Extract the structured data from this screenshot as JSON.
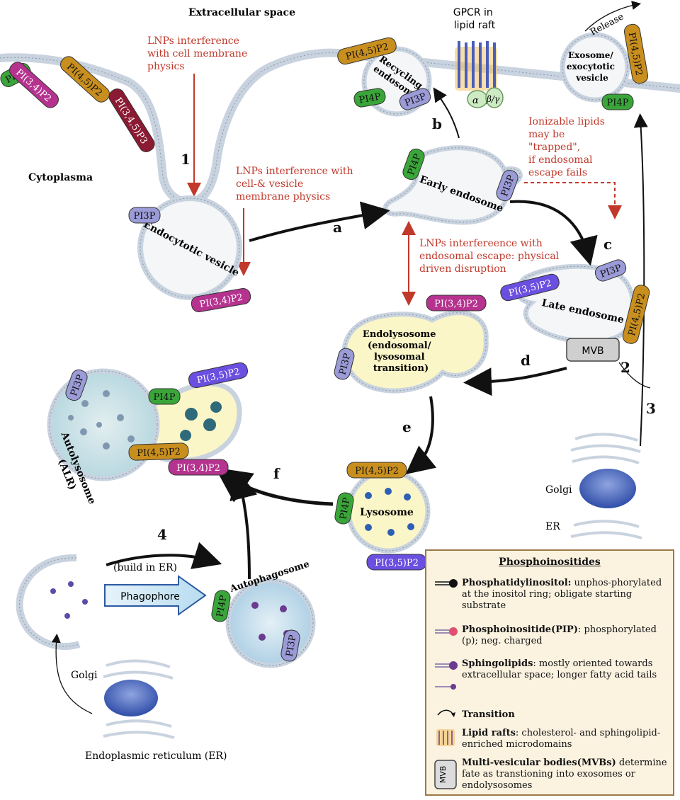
{
  "regions": {
    "extracellular": "Extracellular space",
    "cytoplasma": "Cytoplasma"
  },
  "annotations": {
    "lnp_membrane": [
      "LNPs interference",
      "with cell membrane",
      "physics"
    ],
    "lnp_vesicle": [
      "LNPs interference with",
      "cell-& vesicle",
      "membrane physics"
    ],
    "lnp_escape": [
      "LNPs interfereence with",
      "endosomal escape: physical",
      "driven disruption"
    ],
    "ionizable": [
      "Ionizable lipids",
      "may be",
      "\"trapped\",",
      "if endosomal",
      "escape fails"
    ],
    "gpcr": [
      "GPCR in",
      "lipid raft"
    ],
    "release": "Release",
    "build_er": "(build in ER)",
    "golgi": "Golgi",
    "er": "ER",
    "er_full": "Endoplasmic reticulum (ER)"
  },
  "steps": {
    "s1": "1",
    "s2": "2",
    "s3": "3",
    "s4": "4",
    "a": "a",
    "b": "b",
    "c": "c",
    "d": "d",
    "e": "e",
    "f": "f"
  },
  "compartments": {
    "recycling": [
      "Recycling",
      "endosome"
    ],
    "exosome": [
      "Exosome/",
      "exocytotic",
      "vesicle"
    ],
    "early": "Early endosome",
    "endocytotic": "Endocytotic vesicle",
    "late": "Late endosome",
    "mvb": "MVB",
    "endolysosome": [
      "Endolysosome",
      "(endosomal/",
      "lysosomal",
      "transition)"
    ],
    "lysosome": "Lysosome",
    "autolysosome": [
      "Autolysosome",
      "(ALR)"
    ],
    "autophagosome": "Autophagosome",
    "phagophore": "Phagophore"
  },
  "lipid_tags": {
    "pi4p": "PI4P",
    "pi3p": "PI3P",
    "pi34p2": "PI(3,4)P2",
    "pi45p2": "PI(4,5)P2",
    "pi35p2": "PI(3,5)P2",
    "pi345p3": "PI(3,4,5)P3"
  },
  "receptor_labels": {
    "alpha": "α",
    "beta_gamma": "β/γ"
  },
  "legend": {
    "title": "Phosphoinositides",
    "entries": [
      {
        "bold": "Phosphatidylinositol:",
        "text": " unphos-phorylated at the inositol ring; obligate starting substrate"
      },
      {
        "bold": "Phosphoinositide(PIP)",
        "text": ": phosphorylated (p); neg. charged"
      },
      {
        "bold": "Sphingolipids",
        "text": ": mostly oriented towards extracellular space; longer fatty acid tails"
      },
      {
        "bold": "Transition",
        "text": ""
      },
      {
        "bold": "Lipid rafts",
        "text": ": cholesterol- and sphingolipid-enriched microdomains"
      },
      {
        "bold": "Multi-vesicular bodies(MVBs)",
        "text": " determine fate as transtioning into exosomes or endolysosomes"
      }
    ],
    "mvb_icon": "MVB"
  },
  "colors": {
    "pi4p": "#3aa63a",
    "pi3p": "#9b9bd8",
    "pi34p2": "#b5338f",
    "pi45p2": "#c98f1e",
    "pi35p2": "#6a4fe0",
    "pi345p3": "#8b1a33",
    "annotation_red": "#c0392b",
    "membrane": "#c9d3df",
    "vesicle_fill": "#f4f6f8",
    "endolysosome_fill": "#fbf6c8",
    "legend_bg": "#fbf2e0"
  }
}
